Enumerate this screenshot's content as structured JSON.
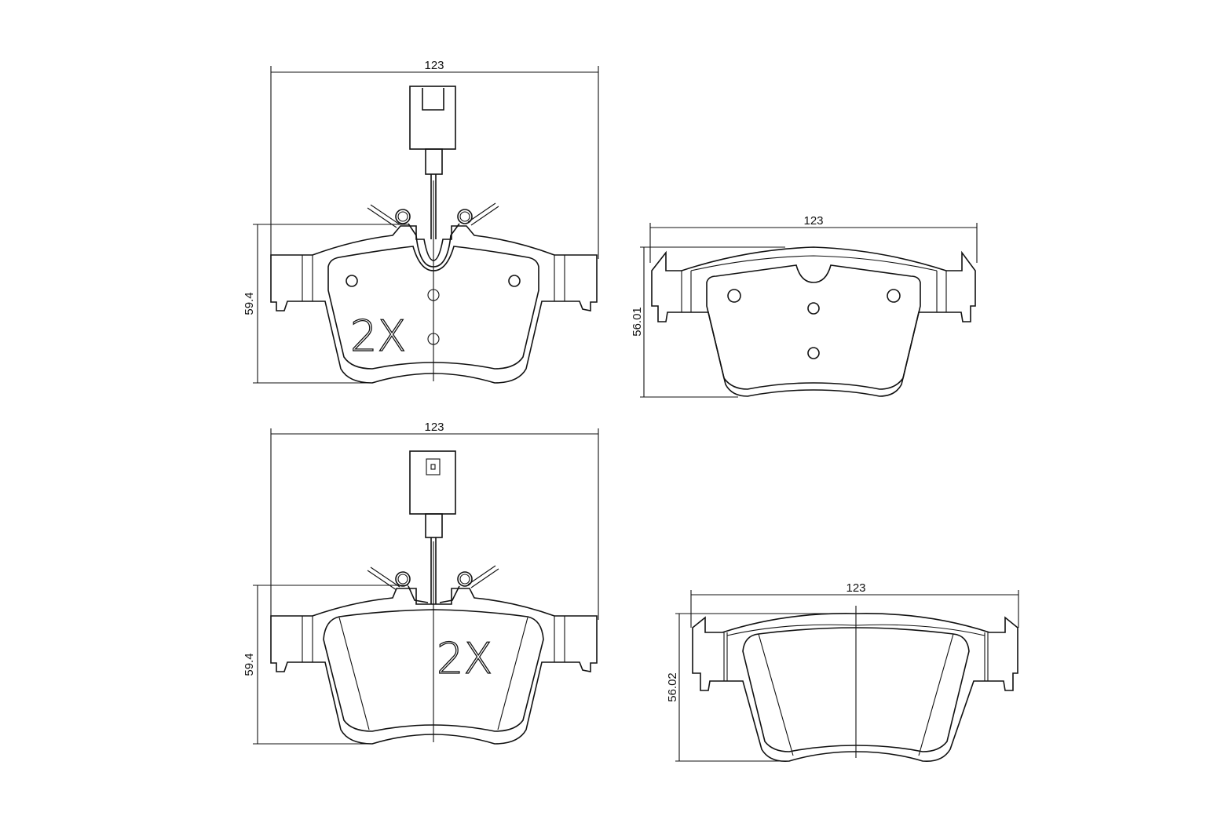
{
  "views": [
    {
      "id": "top-left",
      "width_label": "123",
      "height_label": "59.4",
      "quantity_label": "2X"
    },
    {
      "id": "top-right",
      "width_label": "123",
      "height_label": "56.01"
    },
    {
      "id": "bottom-left",
      "width_label": "123",
      "height_label": "59.4",
      "quantity_label": "2X"
    },
    {
      "id": "bottom-right",
      "width_label": "123",
      "height_label": "56.02"
    }
  ]
}
